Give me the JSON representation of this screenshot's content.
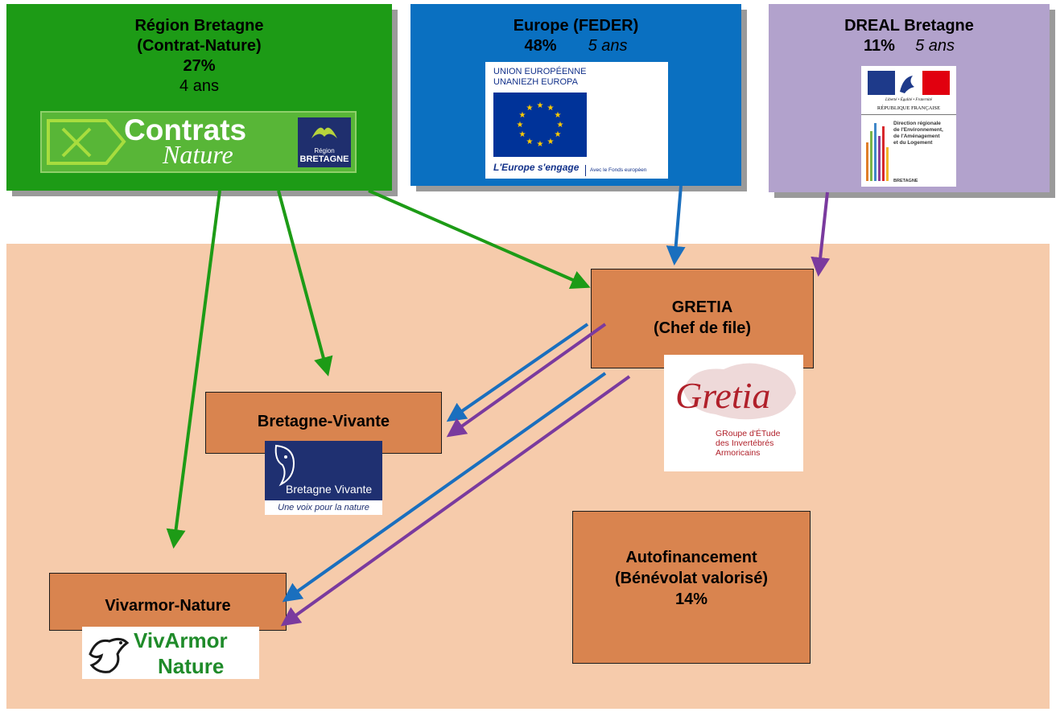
{
  "funders": {
    "region": {
      "name": "Région Bretagne",
      "program": "(Contrat-Nature)",
      "share": "27%",
      "duration": "4 ans",
      "logo": {
        "word1": "Contrats",
        "word2": "Nature",
        "badge_small": "Région",
        "badge_big": "BRETAGNE"
      }
    },
    "europe": {
      "name": "Europe  (FEDER)",
      "share": "48%",
      "duration": "5 ans",
      "logo": {
        "line1": "UNION EUROPÉENNE",
        "line2": "UNANIEZH EUROPA",
        "slogan": "L'Europe s'engage",
        "sub": "Avec le Fonds européen"
      }
    },
    "dreal": {
      "name": "DREAL Bretagne",
      "share": "11%",
      "duration": "5 ans",
      "logo": {
        "motto": "Liberté • Égalité • Fraternité",
        "republic": "RÉPUBLIQUE FRANÇAISE",
        "dir1": "Direction régionale",
        "dir2": "de l'Environnement,",
        "dir3": "de l'Aménagement",
        "dir4": "et du Logement",
        "region": "BRETAGNE"
      }
    }
  },
  "partners": {
    "gretia": {
      "name": "GRETIA",
      "role": "(Chef de file)",
      "logo": {
        "word": "Gretia",
        "l1": "GRoupe d'ÉTude",
        "l2": "des Invertébrés",
        "l3": "Armoricains"
      }
    },
    "bretagne_vivante": {
      "name": "Bretagne-Vivante",
      "logo": {
        "title": "Bretagne Vivante",
        "tagline": "Une voix pour la nature"
      }
    },
    "vivarmor": {
      "name": "Vivarmor-Nature",
      "logo": {
        "line1": "VivArmor",
        "line2": "Nature"
      }
    },
    "autofinancement": {
      "line1": "Autofinancement",
      "line2": "(Bénévolat valorisé)",
      "share": "14%"
    }
  },
  "colors": {
    "region_arrow": "#1d9b16",
    "europe_arrow": "#1a6fbe",
    "dreal_arrow": "#7a3a9e"
  }
}
